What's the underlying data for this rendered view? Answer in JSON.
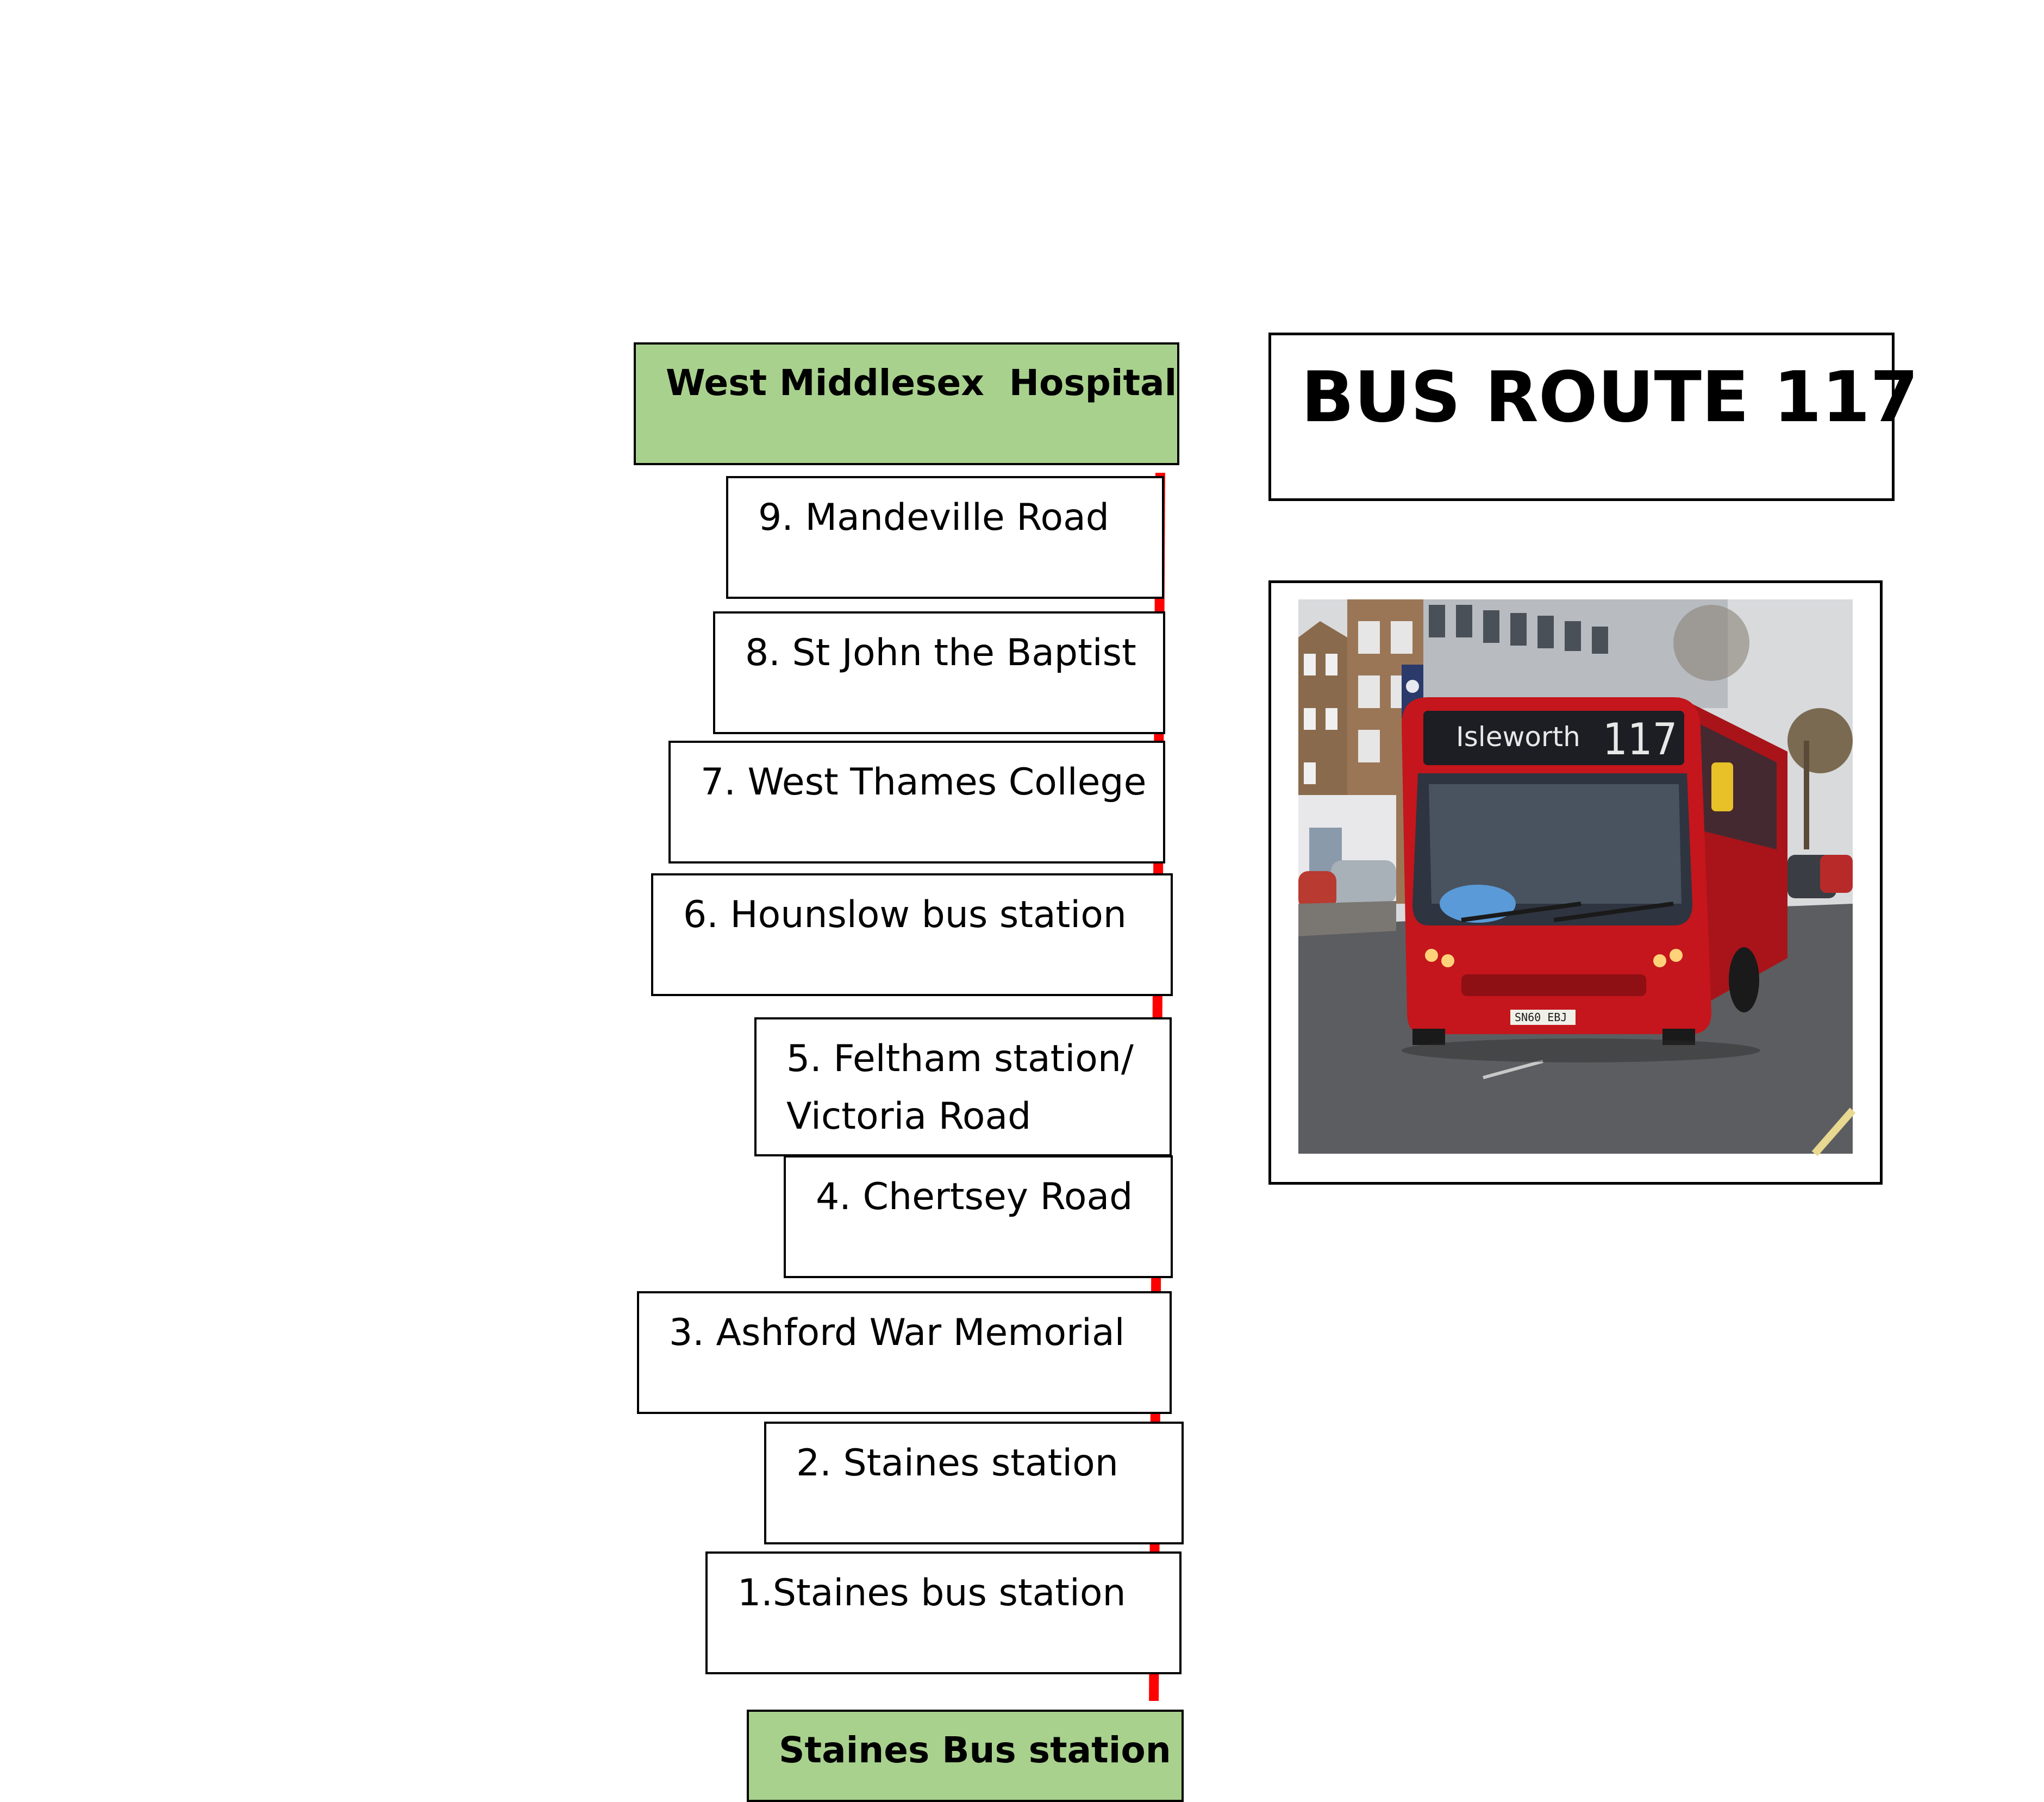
{
  "title": "BUS ROUTE 117",
  "terminals": {
    "start": "West Middlesex  Hospital",
    "end": "Staines Bus station"
  },
  "stops": [
    "9. Mandeville Road",
    "8. St John the Baptist",
    "7. West Thames College",
    "6. Hounslow bus station",
    "5. Feltham station/",
    "Victoria Road",
    "4. Chertsey Road",
    "3. Ashford War Memorial",
    "2. Staines station",
    "1.Staines bus station"
  ],
  "photo": {
    "destination_sign": "Isleworth",
    "route_number": "117",
    "plate": "SN60 EBJ"
  },
  "colors": {
    "route_line": "#ff0000",
    "terminal_fill": "#a9d18e",
    "bus_body": "#c4161c"
  }
}
